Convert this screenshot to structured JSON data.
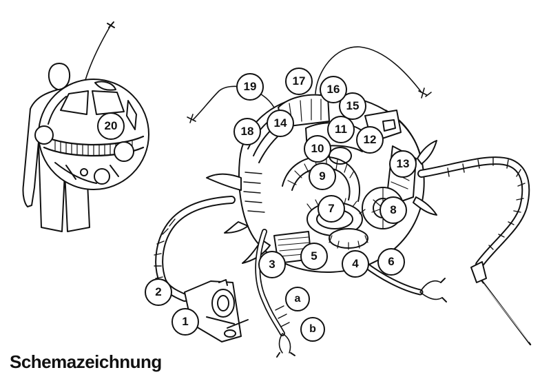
{
  "caption": "Schemazeichnung",
  "colors": {
    "ink": "#111111",
    "paper": "#ffffff"
  },
  "labels": {
    "n1": "1",
    "n2": "2",
    "n3": "3",
    "n4": "4",
    "n5": "5",
    "n6": "6",
    "n7": "7",
    "n8": "8",
    "n9": "9",
    "n10": "10",
    "n11": "11",
    "n12": "12",
    "n13": "13",
    "n14": "14",
    "n15": "15",
    "n16": "16",
    "n17": "17",
    "n18": "18",
    "n19": "19",
    "n20": "20",
    "a": "a",
    "b": "b"
  }
}
